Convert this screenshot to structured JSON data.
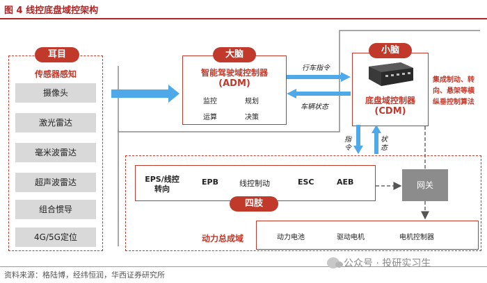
{
  "header": {
    "title": "图 4  线控底盘域控架构"
  },
  "eyes_ears": {
    "pill": "耳目",
    "title": "传感器感知",
    "sensors": [
      "摄像头",
      "激光雷达",
      "毫米波雷达",
      "超声波雷达",
      "组合惯导",
      "4G/5G定位"
    ]
  },
  "adm": {
    "pill": "大脑",
    "title": "智能驾驶域控制器",
    "abbr": "(ADM)",
    "funcs": [
      "监控",
      "规划",
      "运算",
      "决策"
    ]
  },
  "cdm": {
    "pill": "小脑",
    "title": "底盘域控制器",
    "abbr": "(CDM)",
    "note_lines": [
      "集成制动、转",
      "向、悬架等横",
      "纵垂控制算法"
    ]
  },
  "arrows": {
    "driving_command": "行车指令",
    "vehicle_state": "车辆状态",
    "command_v": "指令",
    "state_v": "状态"
  },
  "limbs": {
    "pill": "四肢",
    "items": [
      "EPS/线控转向",
      "EPB",
      "线控制动",
      "ESC",
      "AEB"
    ]
  },
  "gateway": {
    "label": "网关"
  },
  "powertrain": {
    "label": "动力总成域",
    "items": [
      "动力电池",
      "驱动电机",
      "电机控制器"
    ]
  },
  "footer": {
    "source": "资料来源：格陆博，经纬恒润，华西证券研究所",
    "watermark": "公众号 · 投研实习生"
  }
}
